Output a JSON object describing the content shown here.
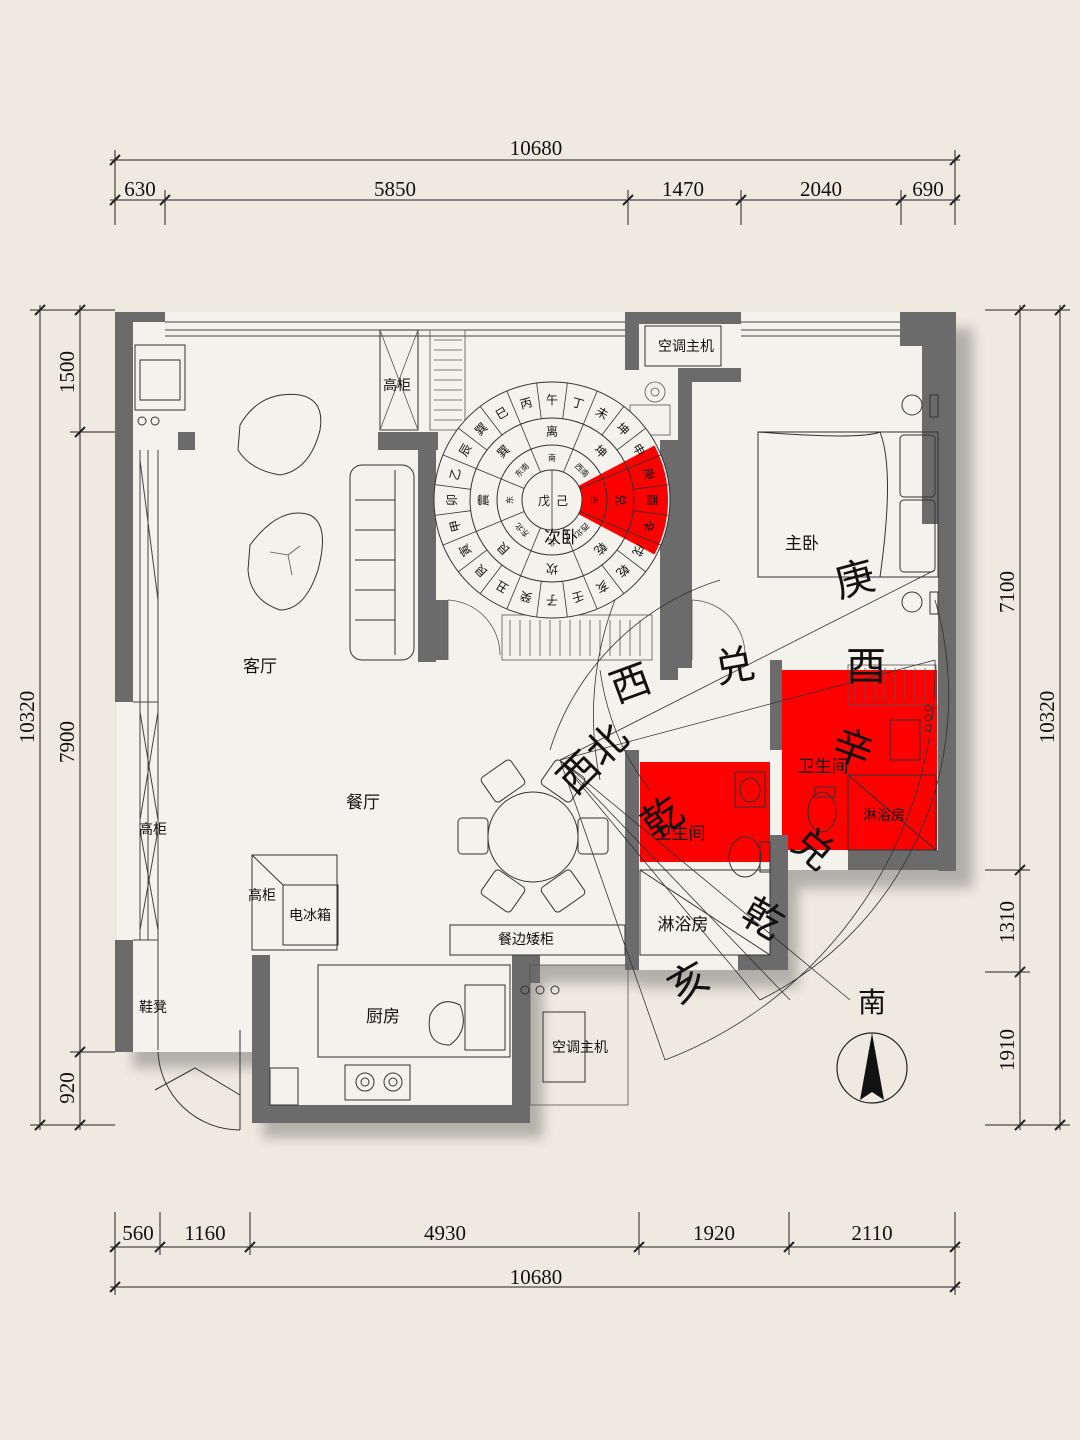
{
  "dimensions": {
    "top_total": "10680",
    "top_segments": [
      "630",
      "5850",
      "1470",
      "2040",
      "690"
    ],
    "bottom_total": "10680",
    "bottom_segments": [
      "560",
      "1160",
      "4930",
      "1920",
      "2110"
    ],
    "left_total": "10320",
    "left_segments": [
      "1500",
      "7900",
      "920"
    ],
    "right_total": "10320",
    "right_segments": [
      "7100",
      "1310",
      "1910"
    ]
  },
  "rooms": {
    "living": "客厅",
    "dining": "餐厅",
    "kitchen": "厨房",
    "second_bedroom": "次卧",
    "master_bedroom": "主卧",
    "bathroom1": "卫生间",
    "bathroom2": "卫生间",
    "shower1": "淋浴房",
    "shower2": "淋浴房"
  },
  "furniture": {
    "ac_top": "空调主机",
    "ac_bottom": "空调主机",
    "tall_cabinet_top": "高柜",
    "tall_cabinet_left": "高柜",
    "tall_cabinet_fridge": "高柜",
    "fridge": "电冰箱",
    "sideboard": "餐边矮柜",
    "shoe_bench": "鞋凳"
  },
  "directions": {
    "west_gua": "兑",
    "west": "西",
    "geng": "庚",
    "xin": "辛",
    "northwest": "西北",
    "qian1": "乾",
    "qian2": "乾",
    "hai": "亥",
    "you_big": "酉",
    "south": "南"
  },
  "compass": {
    "outer": [
      "午",
      "丁",
      "未",
      "坤",
      "申",
      "庚",
      "酉",
      "辛",
      "戌",
      "乾",
      "亥",
      "壬",
      "子",
      "癸",
      "丑",
      "艮",
      "寅",
      "甲",
      "卯",
      "乙",
      "辰",
      "巽",
      "巳",
      "丙"
    ],
    "middle": [
      "离",
      "坤",
      "兑",
      "乾",
      "坎",
      "艮",
      "震",
      "巽"
    ],
    "inner": [
      "南",
      "西南",
      "西",
      "西北",
      "北",
      "东北",
      "东",
      "东南"
    ],
    "center_left": "戊",
    "center_right": "己"
  },
  "colors": {
    "background": "#eeeae0",
    "wall": "#6b6b6b",
    "highlight": "#ff0000"
  }
}
